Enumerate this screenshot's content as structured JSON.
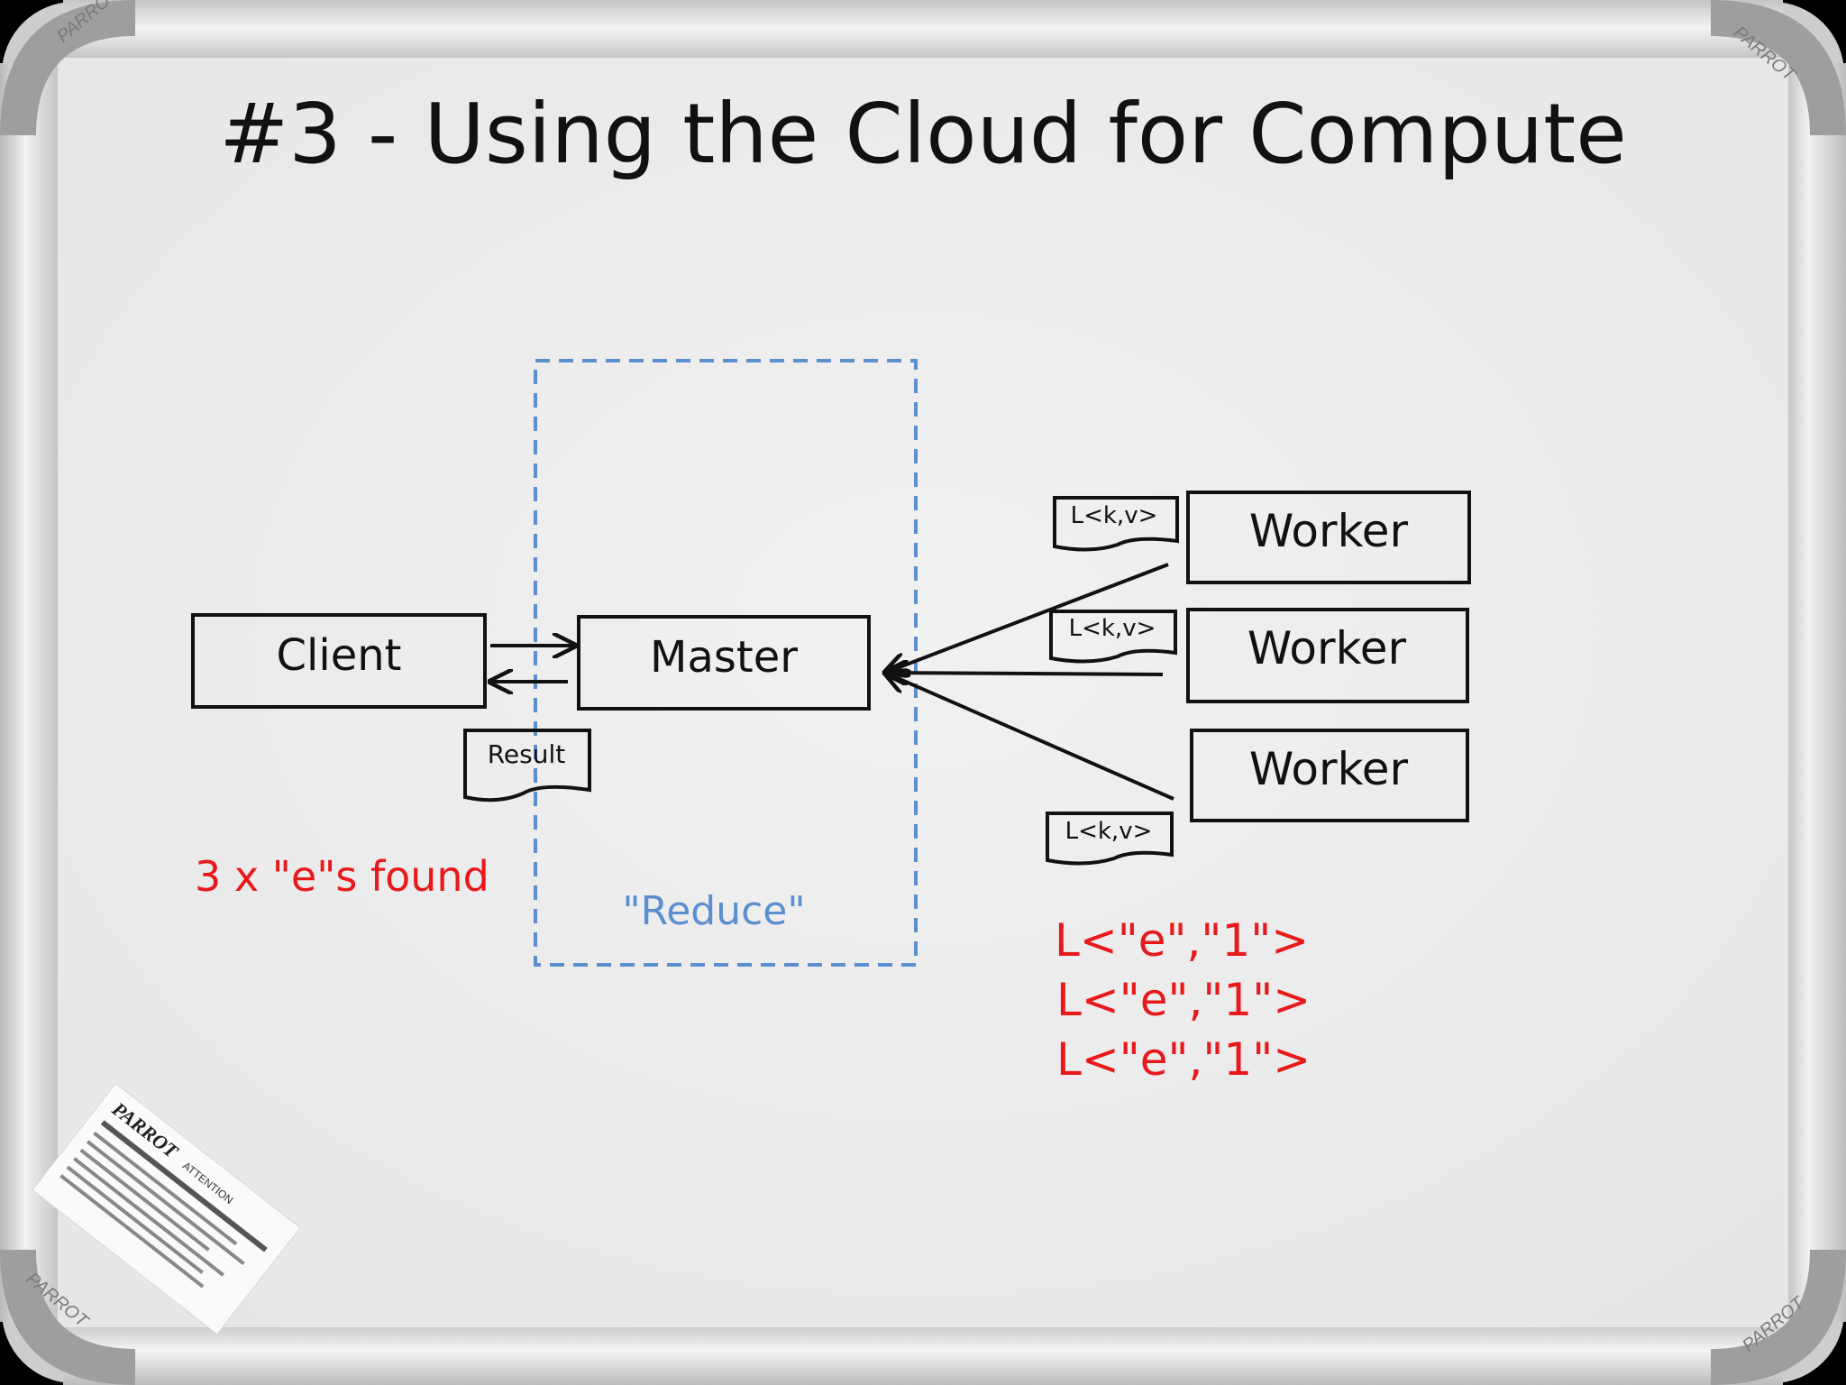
{
  "title": "#3 - Using the Cloud for Compute",
  "nodes": {
    "client": "Client",
    "master": "Master",
    "workers": [
      "Worker",
      "Worker",
      "Worker"
    ]
  },
  "documents": {
    "result": "Result",
    "worker_outputs": [
      "L<k,v>",
      "L<k,v>",
      "L<k,v>"
    ]
  },
  "reduce_label": "\"Reduce\"",
  "result_note": "3 x \"e\"s found",
  "pairs": [
    "L<\"e\",\"1\">",
    "L<\"e\",\"1\">",
    "L<\"e\",\"1\">"
  ],
  "brand": {
    "top_left": "PARROT",
    "top_right": "PARROT",
    "bottom_left": "PARROT",
    "bottom_right": "PARROT",
    "sticker_brand": "PARROT",
    "sticker_attention": "ATTENTION"
  },
  "colors": {
    "ink": "#111111",
    "red": "#e8191b",
    "blue": "#5a8fd0",
    "board": "#eeeeee",
    "frame": "#cfcfcf"
  }
}
